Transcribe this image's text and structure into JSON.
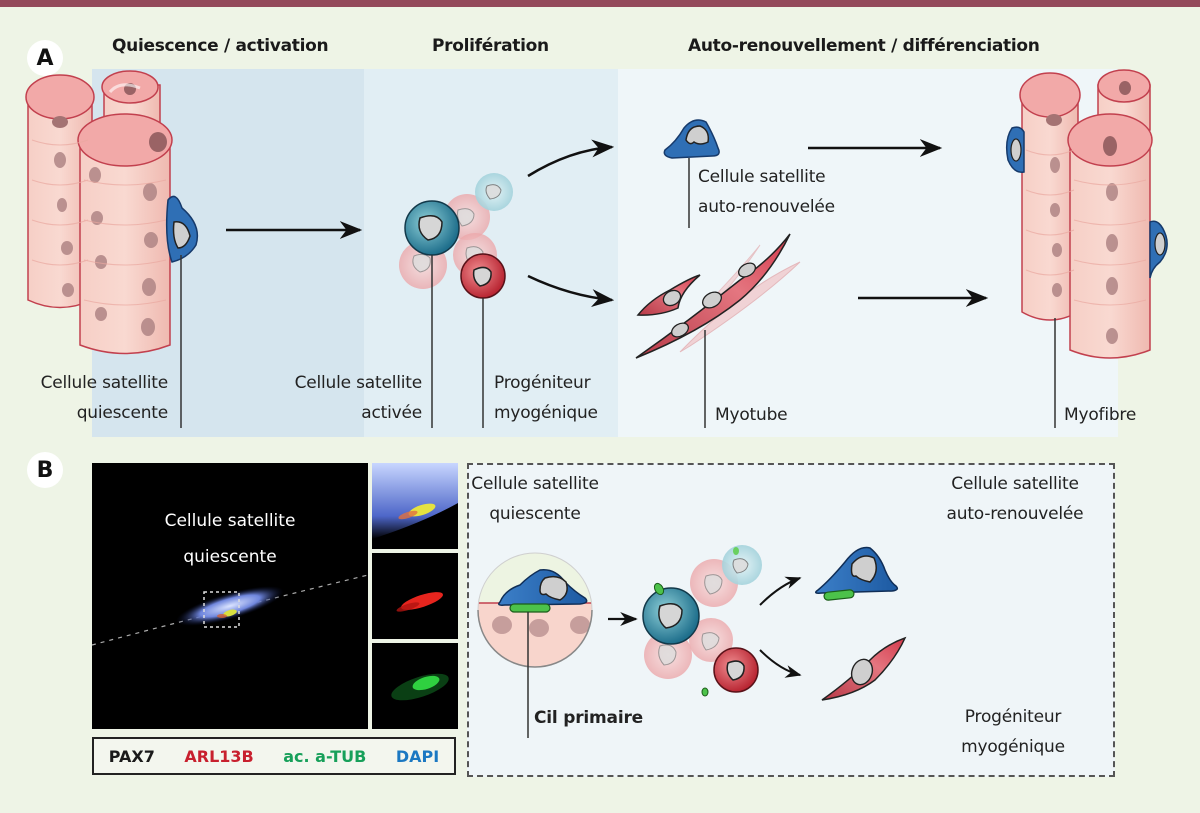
{
  "panel_a": {
    "badge": "A",
    "headings": {
      "quiescence": "Quiescence / activation",
      "proliferation": "Prolifération",
      "renewal": "Auto-renouvellement / différenciation"
    },
    "labels": {
      "quiescent_cell": [
        "Cellule satellite",
        "quiescente"
      ],
      "activated_cell": [
        "Cellule satellite",
        "activée"
      ],
      "progenitor": [
        "Progéniteur",
        "myogénique"
      ],
      "self_renewed": [
        "Cellule satellite",
        "auto-renouvelée"
      ],
      "myotube": "Myotube",
      "myofibre": "Myofibre"
    }
  },
  "panel_b": {
    "badge": "B",
    "micrograph_label": [
      "Cellule satellite",
      "quiescente"
    ],
    "legend": [
      {
        "text": "PAX7",
        "color": "#1a1a1a"
      },
      {
        "text": "ARL13B",
        "color": "#c8202e"
      },
      {
        "text": "ac. a-TUB",
        "color": "#17a05a"
      },
      {
        "text": "DAPI",
        "color": "#1b78c2"
      }
    ],
    "schematic": {
      "quiescent_cell": [
        "Cellule satellite",
        "quiescente"
      ],
      "cilium": "Cil primaire",
      "self_renewed": [
        "Cellule satellite",
        "auto-renouvelée"
      ],
      "progenitor": [
        "Progéniteur",
        "myogénique"
      ]
    }
  },
  "colors": {
    "background": "#eef4e6",
    "top_bar": "#93495a",
    "quiescence_bg": "#d5e5ee",
    "proliferation_bg": "#e1eef4",
    "renewal_bg": "#eff6f9",
    "satellite_blue": "#2f6fb5",
    "fibre_pink": "#f4c1bb",
    "cilium_green": "#4cc24a"
  }
}
